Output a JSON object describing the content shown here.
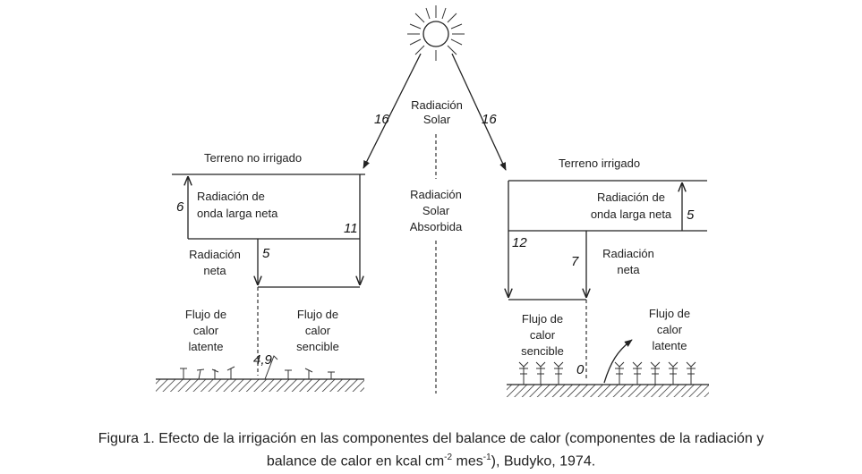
{
  "sun": {
    "label_line1": "Radiación",
    "label_line2": "Solar",
    "value_left": "16",
    "value_right": "16"
  },
  "center": {
    "line1": "Radiación",
    "line2": "Solar",
    "line3": "Absorbida"
  },
  "left_panel": {
    "title": "Terreno no irrigado",
    "longwave_line1": "Radiación de",
    "longwave_line2": "onda larga neta",
    "longwave_value": "6",
    "right_value": "11",
    "net_line1": "Radiación",
    "net_line2": "neta",
    "net_value": "5",
    "latent_line1": "Flujo de",
    "latent_line2": "calor",
    "latent_line3": "latente",
    "sensible_line1": "Flujo de",
    "sensible_line2": "calor",
    "sensible_line3": "sencible",
    "ground_value": "4,9"
  },
  "right_panel": {
    "title": "Terreno irrigado",
    "longwave_line1": "Radiación de",
    "longwave_line2": "onda larga neta",
    "longwave_value": "5",
    "left_value": "12",
    "net_line1": "Radiación",
    "net_line2": "neta",
    "net_value": "7",
    "sensible_line1": "Flujo de",
    "sensible_line2": "calor",
    "sensible_line3": "sencible",
    "latent_line1": "Flujo de",
    "latent_line2": "calor",
    "latent_line3": "latente",
    "ground_value": "0"
  },
  "caption": {
    "part1": "Figura 1. Efecto de la irrigación en las componentes del balance de calor (componentes de la radiación y",
    "part2": "balance de calor en kcal cm",
    "sup1": "-2",
    "part3": " mes",
    "sup2": "-1",
    "part4": "), Budyko, 1974."
  }
}
